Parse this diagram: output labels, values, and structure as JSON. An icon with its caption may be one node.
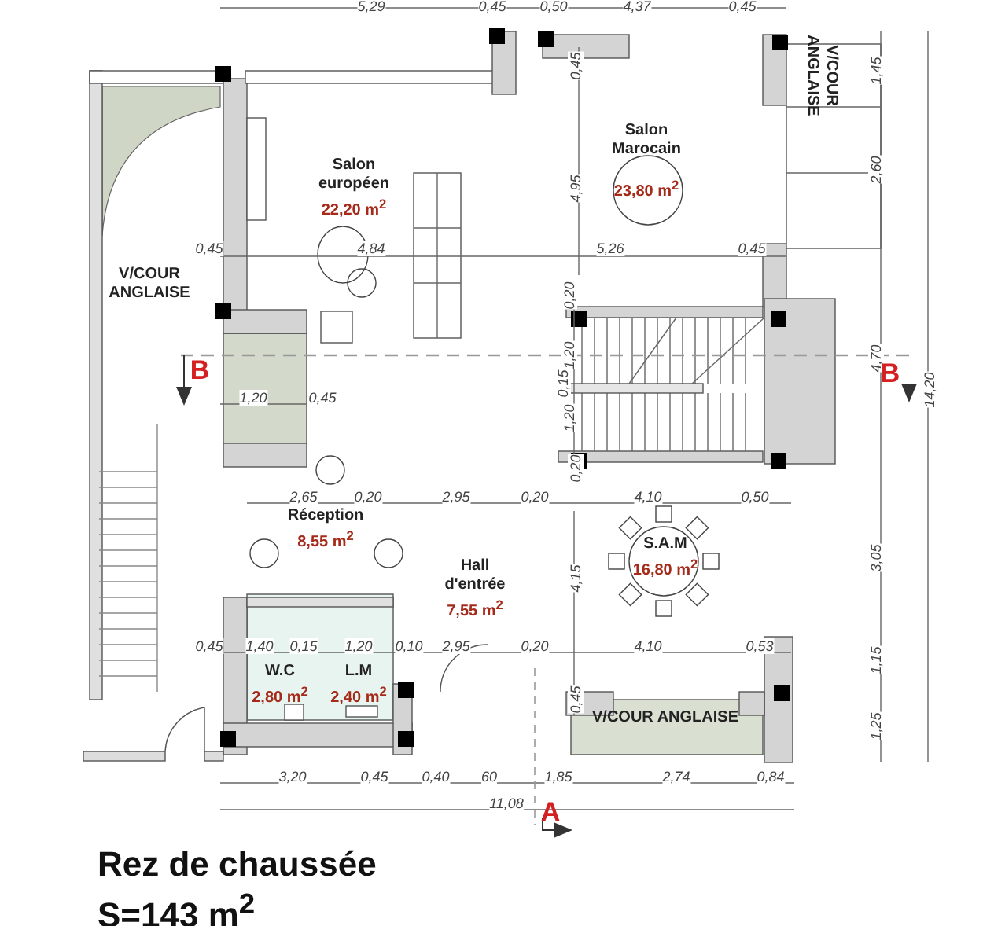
{
  "diagram": {
    "title": "Rez de chaussée",
    "caption": "S=143 m$^{2}$",
    "nodes": [
      {
        "text": [
          "Salon européen",
          "22,20 m$^{2}$"
        ]
      },
      {
        "text": [
          "Salon Marocain",
          "23,80 m$^{2}$"
        ]
      },
      {
        "text": [
          "V/COUR ANGLAISE"
        ]
      },
      {
        "text": [
          "V/COUR ANGLAISE"
        ]
      },
      {
        "text": [
          "Réception",
          "8,55 m$^{2}$"
        ]
      },
      {
        "text": [
          "Hall d'entrée",
          "7,55 m$^{2}$"
        ]
      },
      {
        "text": [
          "S.A.M",
          "16,80 m$^{2}$"
        ]
      },
      {
        "text": [
          "W.C",
          "2,80 m$^{2}$"
        ]
      },
      {
        "text": [
          "L.M",
          "2,40 m$^{2}$"
        ]
      },
      {
        "text": [
          "V/COUR ANGLAISE"
        ]
      }
    ],
    "labels": [
      "5,29",
      "0,45",
      "0,50",
      "4,37",
      "0,45",
      "0,45",
      "1,45",
      "2,60",
      "4,95",
      "0,45",
      "4,84",
      "5,26",
      "0,45",
      "0,20",
      "1,20",
      "4,70",
      "B",
      "B",
      "0,15",
      "14,20",
      "1,20",
      "0,45",
      "1,20",
      "0,20",
      "2,65",
      "0,20",
      "2,95",
      "0,20",
      "4,10",
      "0,50",
      "3,05",
      "4,15",
      "0,45",
      "1,40",
      "0,15",
      "1,20",
      "0,10",
      "2,95",
      "0,20",
      "4,10",
      "0,53",
      "1,15",
      "0,45",
      "1,25",
      "3,20",
      "0,45",
      "0,40",
      "60",
      "1,85",
      "2,74",
      "0,84",
      "11,08",
      "A"
    ]
  }
}
